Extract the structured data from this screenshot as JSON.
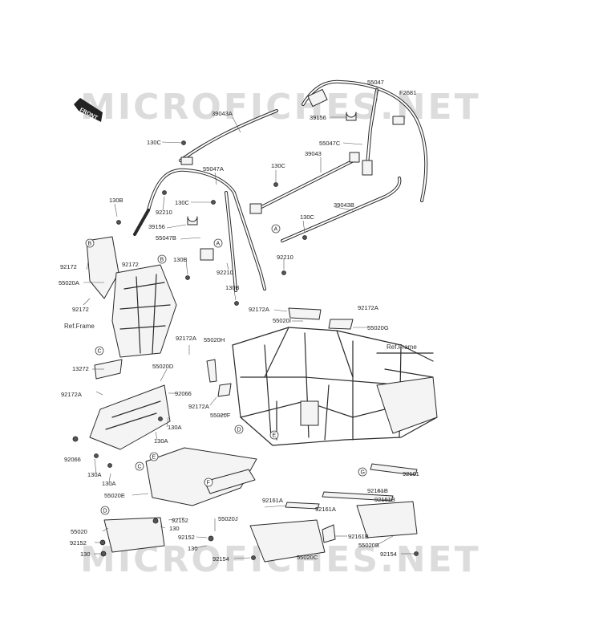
{
  "watermark": "MICROFICHES.NET",
  "front_label": "FRONT",
  "figure_code": "F2681",
  "ref_frame": "Ref.Frame",
  "callouts": [
    "A",
    "B",
    "C",
    "D",
    "E",
    "F",
    "G"
  ],
  "parts": {
    "p55047": "55047",
    "p39043A": "39043A",
    "p39156_r": "39156",
    "p130C_1": "130C",
    "p55047C": "55047C",
    "p55047A": "55047A",
    "p130C_2": "130C",
    "p39043": "39043",
    "p130B_1": "130B",
    "p92210_1": "92210",
    "p130C_3": "130C",
    "p39043B": "39043B",
    "p39156_l": "39156",
    "p130C_4": "130C",
    "p55047B": "55047B",
    "p92172_1": "92172",
    "p92172_2": "92172",
    "p130B_2": "130B",
    "p92210_2": "92210",
    "p92210_3": "92210",
    "p55020A": "55020A",
    "p92172_3": "92172",
    "p130B_3": "130B",
    "p92172A_1": "92172A",
    "p92172A_2": "92172A",
    "p55020I": "55020I",
    "p55020G": "55020G",
    "p92172A_3": "92172A",
    "p55020H": "55020H",
    "p13272": "13272",
    "p55020D": "55020D",
    "p92066_1": "92066",
    "p92172A_4": "92172A",
    "p92172A_5": "92172A",
    "p55020F": "55020F",
    "p130A_1": "130A",
    "p130A_2": "130A",
    "p92066_2": "92066",
    "p130A_3": "130A",
    "p130A_4": "130A",
    "p55020E": "55020E",
    "p92161_1": "92161",
    "p92161B_1": "92161B",
    "p92161B_2": "92161B",
    "p92161A_1": "92161A",
    "p92161A_2": "92161A",
    "p92152_1": "92152",
    "p130_1": "130",
    "p55020J": "55020J",
    "p55020": "55020",
    "p92152_2": "92152",
    "p130_2": "130",
    "p92152_3": "92152",
    "p130_3": "130",
    "p92161B_3": "92161B",
    "p55020B": "55020B",
    "p92154_1": "92154",
    "p55020C": "55020C",
    "p92154_2": "92154"
  }
}
